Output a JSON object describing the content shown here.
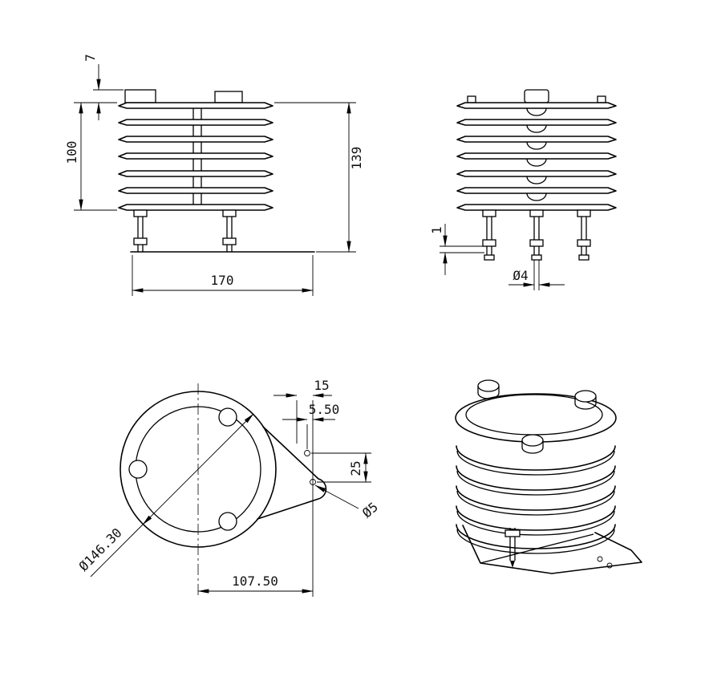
{
  "drawing": {
    "front_view": {
      "cap_height": "7",
      "stack_height": "100",
      "overall_height": "139",
      "base_width": "170"
    },
    "side_view": {
      "plate_gap": "1",
      "bolt_diameter": "Ø4"
    },
    "bottom_view": {
      "hole_offset_a": "15",
      "hole_offset_b": "5.50",
      "hole_spacing": "25",
      "hole_diameter": "Ø5",
      "shield_diameter": "Ø146.30",
      "bracket_length": "107.50"
    }
  }
}
